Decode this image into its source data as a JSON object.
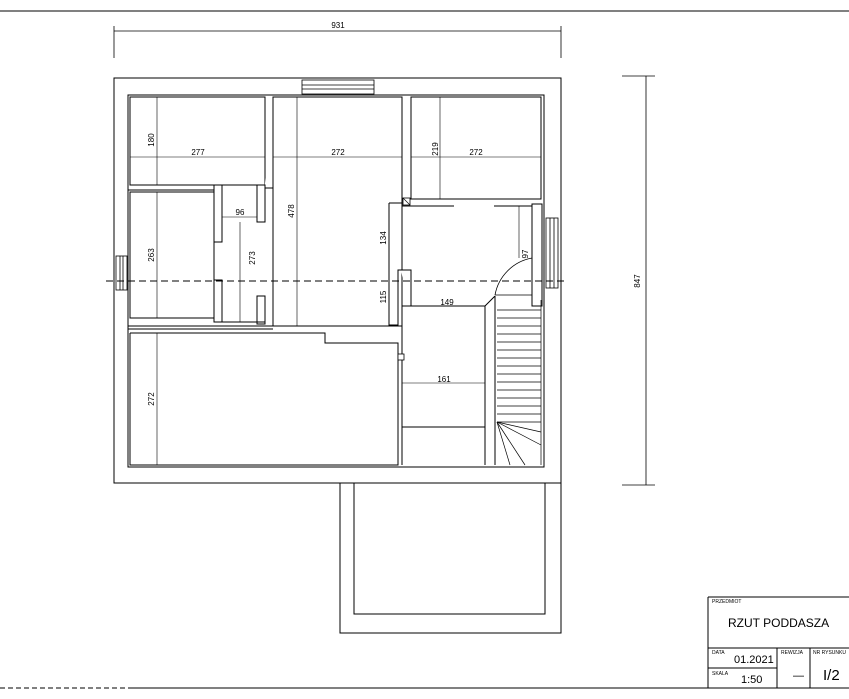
{
  "dimensions": {
    "overall_width": "931",
    "overall_height": "847",
    "room_top_left_height": "180",
    "room_top_left_width": "277",
    "room_top_center_width": "272",
    "room_top_right_height": "219",
    "room_top_right_width": "272",
    "corridor_width": "96",
    "room_left_mid_height": "263",
    "corridor_height": "273",
    "room_center_height": "478",
    "hall_upper": "134",
    "hall_lower": "115",
    "right_wall_seg": "97",
    "bath_width": "149",
    "bath_lower_width": "161",
    "bottom_room_height": "272"
  },
  "title_block": {
    "subject_label": "PRZEDMIOT",
    "title": "RZUT PODDASZA",
    "date_label": "DATA",
    "date_value": "01.2021",
    "revision_label": "REWIZJA",
    "revision_value": "—",
    "sheet_label": "NR RYSUNKU",
    "sheet_value": "I/2",
    "scale_label": "SKALA",
    "scale_value": "1:50"
  }
}
